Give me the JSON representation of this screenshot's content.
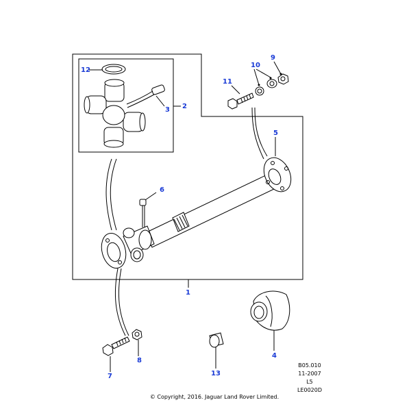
{
  "callouts": {
    "c1": "1",
    "c2": "2",
    "c3": "3",
    "c4": "4",
    "c5": "5",
    "c6": "6",
    "c7": "7",
    "c8": "8",
    "c9": "9",
    "c10": "10",
    "c11": "11",
    "c12": "12",
    "c13": "13"
  },
  "meta": {
    "code": "B05.010",
    "date": "11-2007",
    "level": "L5",
    "drawing_id": "LE0020D",
    "copyright": "© Copyright, 2016. Jaguar Land Rover Limited."
  },
  "colors": {
    "callout": "#1a3bd6",
    "line": "#000000"
  }
}
